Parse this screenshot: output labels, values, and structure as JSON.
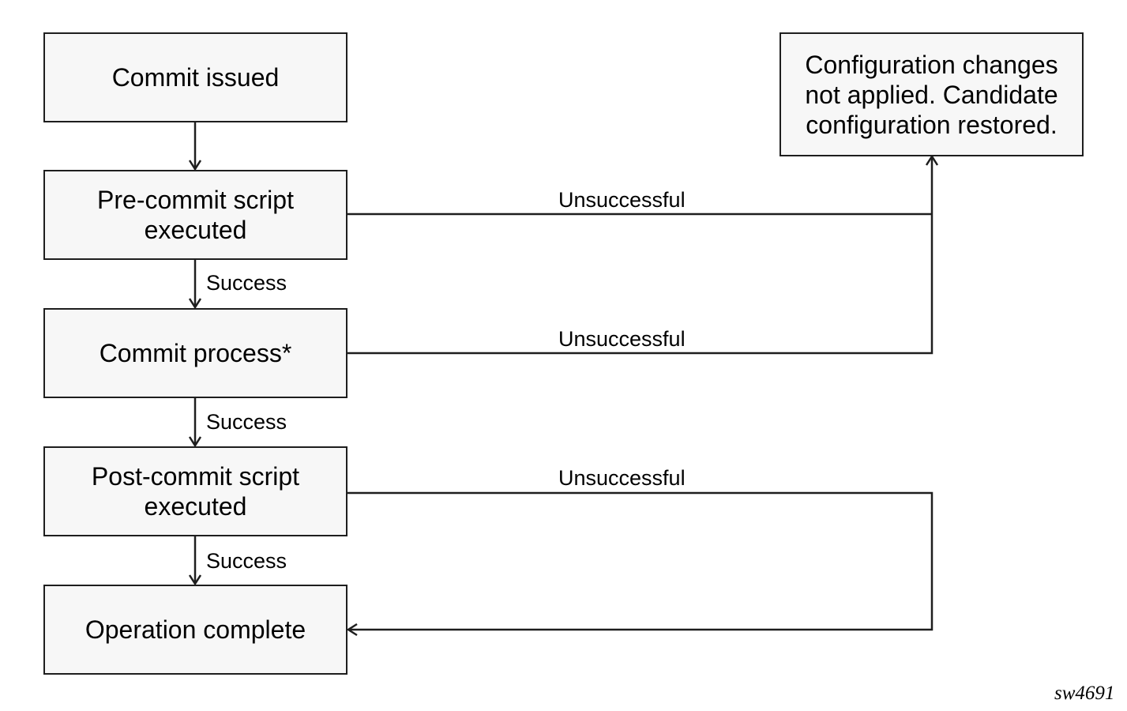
{
  "boxes": {
    "commit_issued": "Commit issued",
    "pre_commit": "Pre-commit script\nexecuted",
    "commit_process": "Commit process*",
    "post_commit": "Post-commit script\nexecuted",
    "operation_complete": "Operation complete",
    "not_applied": "Configuration changes\nnot applied. Candidate\nconfiguration restored."
  },
  "edge_labels": {
    "success_1": "Success",
    "success_2": "Success",
    "success_3": "Success",
    "unsuccessful_1": "Unsuccessful",
    "unsuccessful_2": "Unsuccessful",
    "unsuccessful_3": "Unsuccessful"
  },
  "figure_id": "sw4691",
  "colors": {
    "box_fill": "#f7f7f7",
    "line": "#1e1e1e"
  }
}
